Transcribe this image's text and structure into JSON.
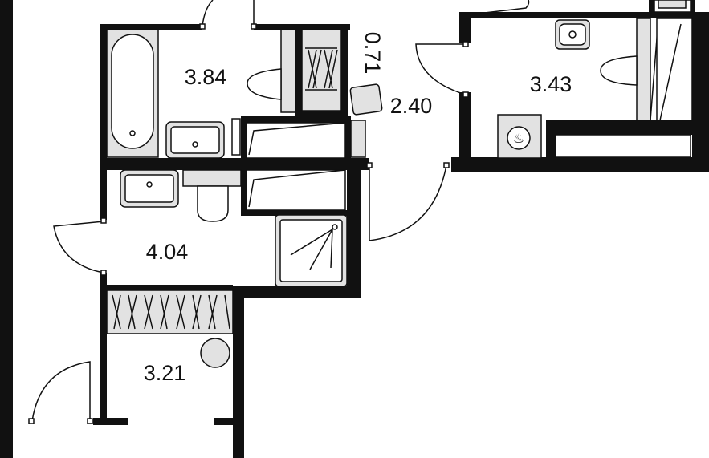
{
  "plan": {
    "areas": [
      {
        "id": "bathroom",
        "value": "3.84"
      },
      {
        "id": "closet-small",
        "value": "0.71"
      },
      {
        "id": "hall",
        "value": "2.40"
      },
      {
        "id": "bathroom-right",
        "value": "3.43"
      },
      {
        "id": "bathroom-lower",
        "value": "4.04"
      },
      {
        "id": "wardrobe",
        "value": "3.21"
      }
    ],
    "heater_symbol": "♨",
    "colors": {
      "wall": "#111111",
      "fixture": "#e2e2e2",
      "background": "#ffffff"
    }
  }
}
